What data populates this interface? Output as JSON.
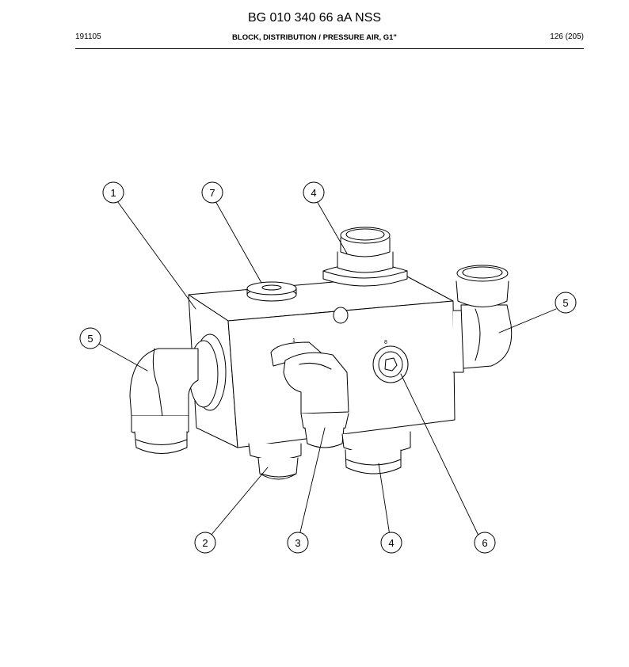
{
  "header": {
    "title": "BG 010 340 66 aA NSS",
    "date": "191105",
    "subtitle": "BLOCK, DISTRIBUTION / PRESSURE AIR, G1\"",
    "page": "126 (205)"
  },
  "drawing": {
    "callouts": [
      "1",
      "7",
      "4",
      "5",
      "5",
      "2",
      "3",
      "4",
      "6"
    ],
    "port_marks": [
      "1",
      "8"
    ]
  }
}
